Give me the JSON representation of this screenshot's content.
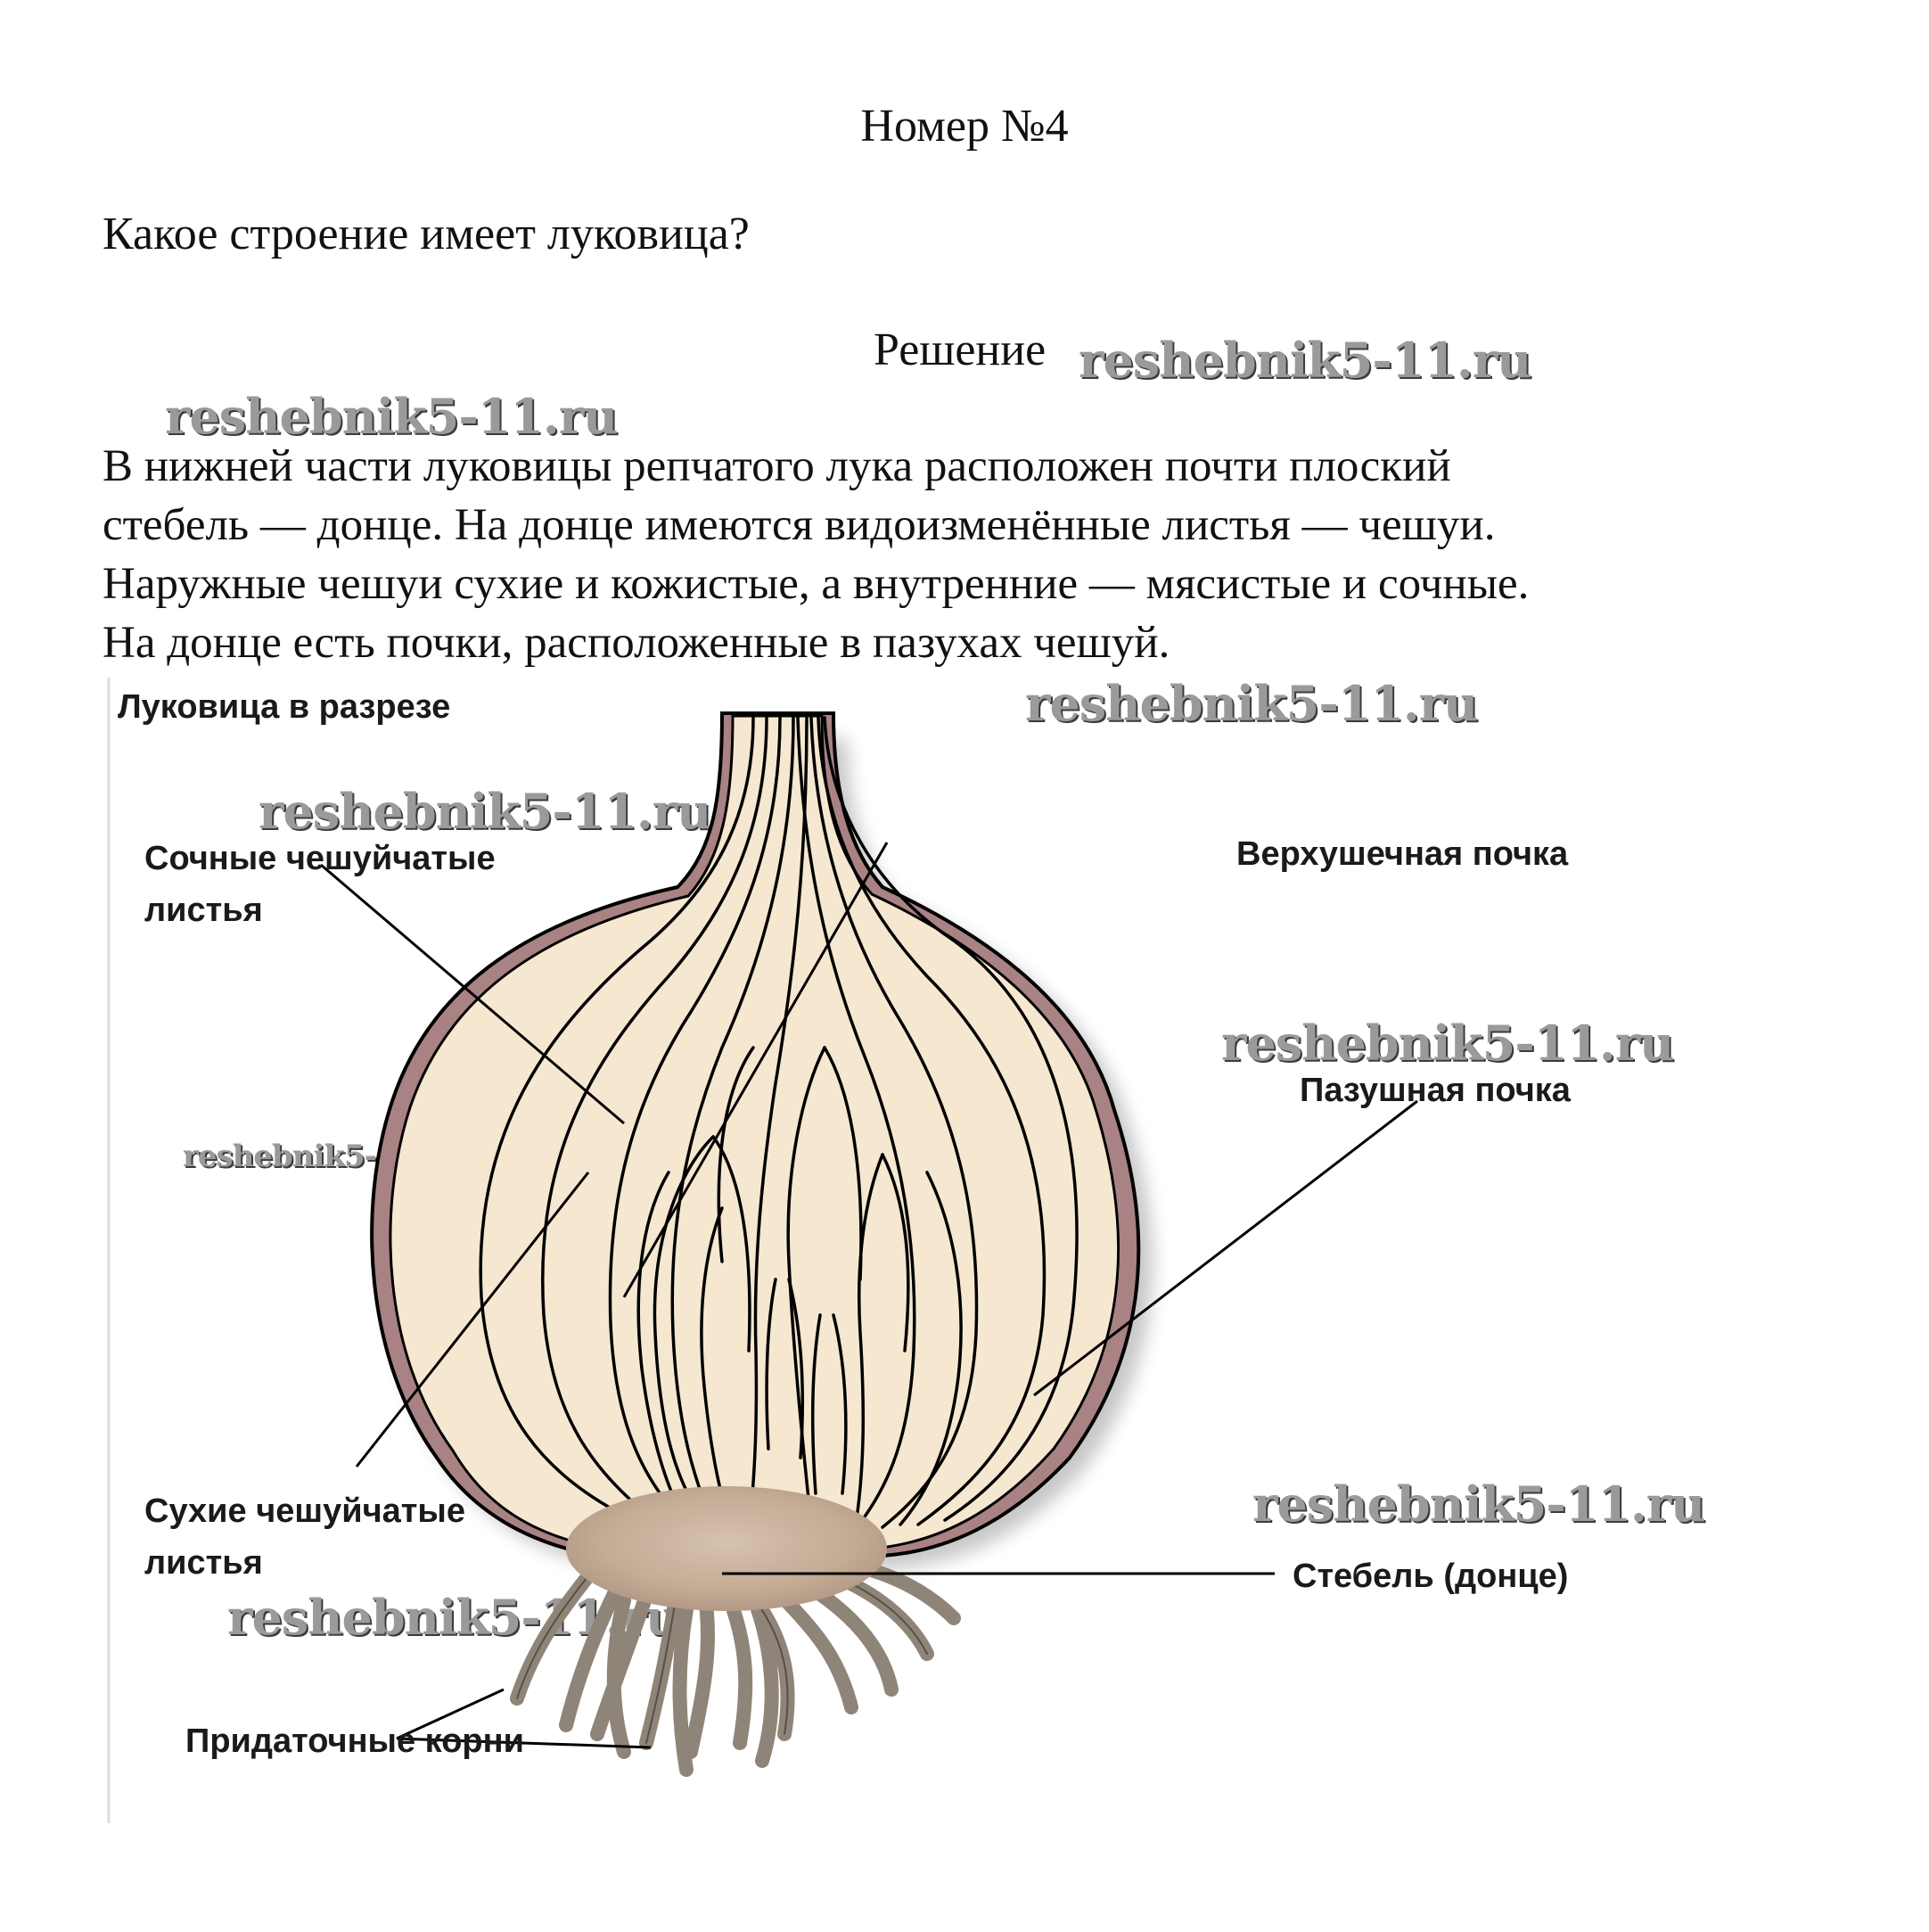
{
  "header": {
    "page_number": "Номер №4"
  },
  "question": "Какое строение имеет луковица?",
  "solution_label": "Решение",
  "answer": [
    "В нижней части луковицы репчатого лука расположен почти плоский",
    "стебель — донце. На донце имеются видоизменённые листья — чешуи.",
    "Наружные чешуи сухие и кожистые, а внутренние — мясистые и сочные.",
    "На донце есть почки, расположенные в пазухах чешуй."
  ],
  "watermark": "reshebnik5-11.ru",
  "diagram": {
    "title": "Луковица в разрезе",
    "labels": {
      "juicy_1": "Сочные чешуйчатые",
      "juicy_2": "листья",
      "dry_1": "Сухие чешуйчатые",
      "dry_2": "листья",
      "roots": "Придаточные корни",
      "apical_bud": "Верхушечная почка",
      "axillary_bud": "Пазушная почка",
      "stem": "Стебель (донце)"
    },
    "colors": {
      "flesh": "#f6e7d0",
      "skin": "#a98284",
      "base": "#c9b3a0",
      "roots": "#8f8478",
      "lines": "#000000"
    }
  }
}
